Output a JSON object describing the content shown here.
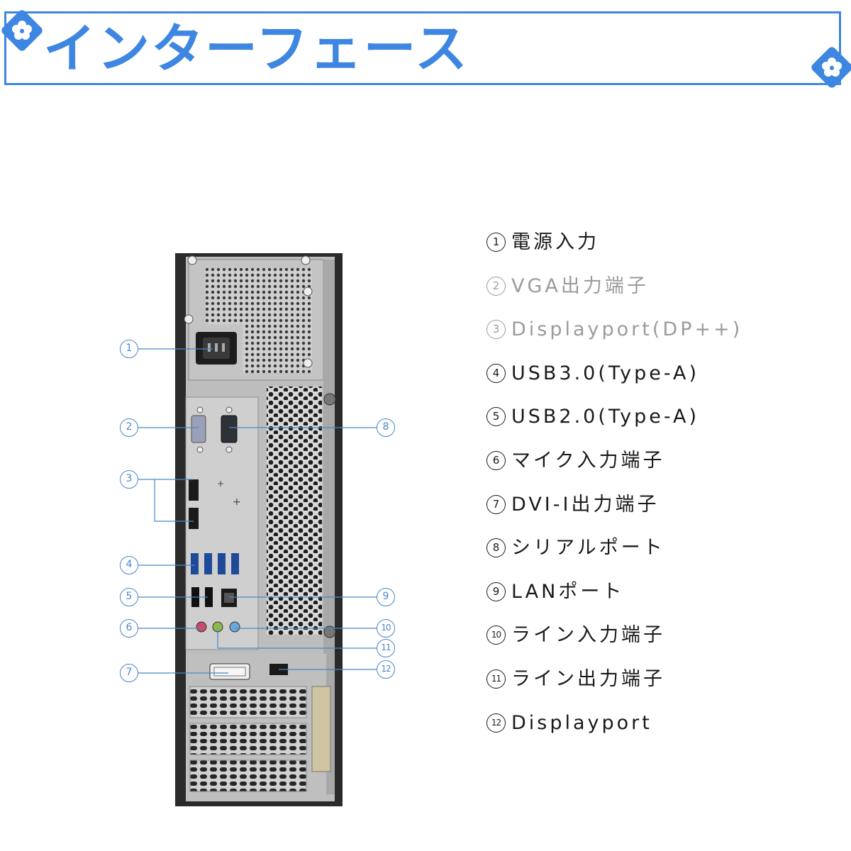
{
  "header": {
    "title": "インターフェース",
    "accent_color": "#3d86e2",
    "badge_icon": "flower-icon"
  },
  "callouts": [
    {
      "num": "1"
    },
    {
      "num": "2"
    },
    {
      "num": "3"
    },
    {
      "num": "4"
    },
    {
      "num": "5"
    },
    {
      "num": "6"
    },
    {
      "num": "7"
    },
    {
      "num": "8"
    },
    {
      "num": "9"
    },
    {
      "num": "10"
    },
    {
      "num": "11"
    },
    {
      "num": "12"
    }
  ],
  "legend": [
    {
      "num": "1",
      "label": "電源入力"
    },
    {
      "num": "2",
      "label": "VGA出力端子"
    },
    {
      "num": "3",
      "label": "Displayport(DP++)"
    },
    {
      "num": "4",
      "label": "USB3.0(Type-A)"
    },
    {
      "num": "5",
      "label": "USB2.0(Type-A)"
    },
    {
      "num": "6",
      "label": "マイク入力端子"
    },
    {
      "num": "7",
      "label": "DVI-I出力端子"
    },
    {
      "num": "8",
      "label": "シリアルポート"
    },
    {
      "num": "9",
      "label": "LANポート"
    },
    {
      "num": "10",
      "label": "ライン入力端子"
    },
    {
      "num": "11",
      "label": "ライン出力端子"
    },
    {
      "num": "12",
      "label": "Displayport"
    }
  ],
  "colors": {
    "callout": "#4a86c8",
    "legend_text": "#1a1a1a",
    "legend_faded": "#9b9b9b",
    "chassis": "#2a2a2a",
    "panel": "#c9c9c9"
  }
}
